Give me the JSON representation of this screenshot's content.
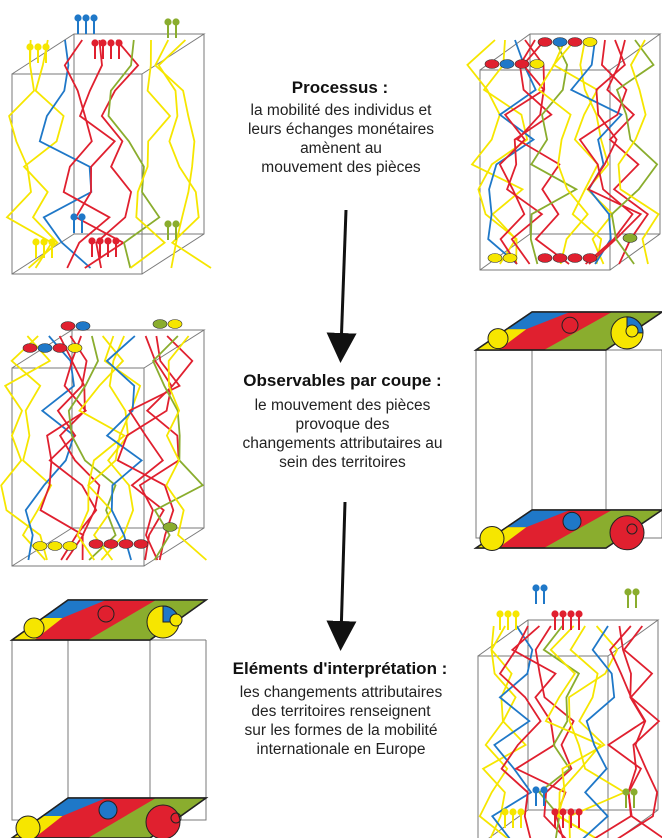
{
  "sections": [
    {
      "title": "Processus :",
      "lines": [
        "la mobilité des individus et",
        "leurs échanges monétaires",
        "amènent au",
        "mouvement des pièces"
      ]
    },
    {
      "title": "Observables par coupe :",
      "lines": [
        "le mouvement des pièces",
        "provoque des",
        "changements attributaires au",
        "sein des territoires"
      ]
    },
    {
      "title": "Eléments d'interprétation :",
      "lines": [
        "les changements attributaires",
        "des territoires renseignent",
        "sur les formes de la mobilité",
        "internationale en Europe"
      ]
    }
  ],
  "colors": {
    "yellow": "#f6e600",
    "blue": "#1f78c8",
    "red": "#e0202f",
    "green": "#8aad2e",
    "frame": "#7a7a7a",
    "arrow": "#111111"
  }
}
